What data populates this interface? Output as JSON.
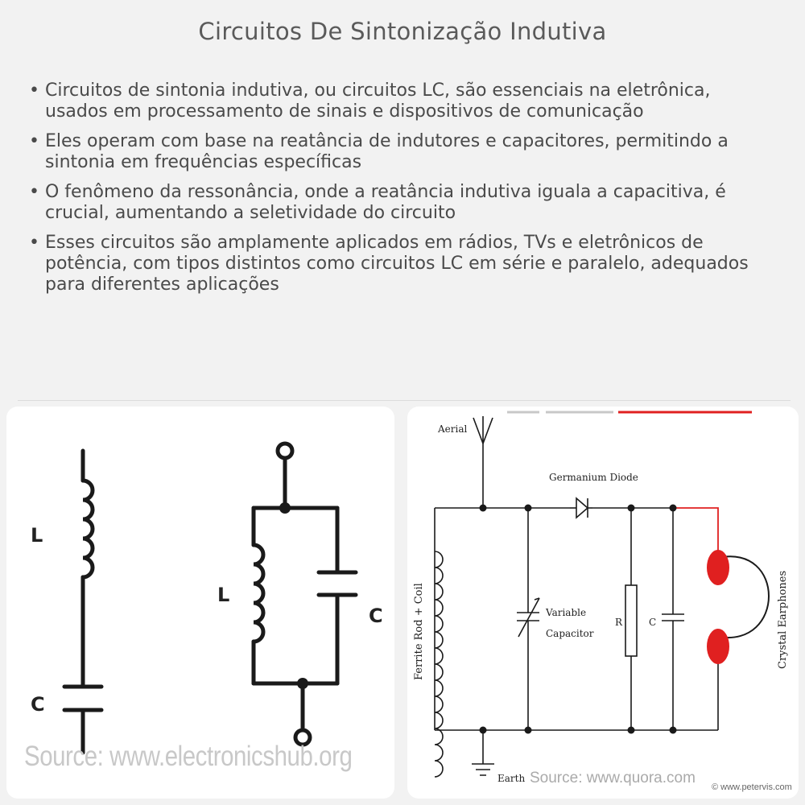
{
  "title": "Circuitos De Sintonização Indutiva",
  "bullets": [
    "Circuitos de sintonia indutiva, ou circuitos LC, são essenciais na eletrônica, usados em processamento de sinais e dispositivos de comunicação",
    "Eles operam com base na reatância de indutores e capacitores, permitindo a sintonia em frequências específicas",
    "O fenômeno da ressonância, onde a reatância indutiva iguala a capacitiva, é crucial, aumentando a seletividade do circuito",
    "Esses circuitos são amplamente aplicados em rádios, TVs e eletrônicos de potência, com tipos distintos como circuitos LC em série e paralelo, adequados para diferentes aplicações"
  ],
  "left_diagram": {
    "series_inductor_label": "L",
    "series_capacitor_label": "C",
    "parallel_inductor_label": "L",
    "parallel_capacitor_label": "C",
    "source": "Source: www.electronicshub.org"
  },
  "right_diagram": {
    "aerial": "Aerial",
    "diode": "Germanium Diode",
    "coil": "Ferrite Rod + Coil",
    "variable_cap_line1": "Variable",
    "variable_cap_line2": "Capacitor",
    "resistor": "R",
    "capacitor": "C",
    "earphones": "Crystal Earphones",
    "earth": "Earth",
    "source": "Source: www.quora.com",
    "copyright": "© www.petervis.com"
  },
  "colors": {
    "accent_red": "#e02020",
    "wire": "#1a1a1a"
  }
}
